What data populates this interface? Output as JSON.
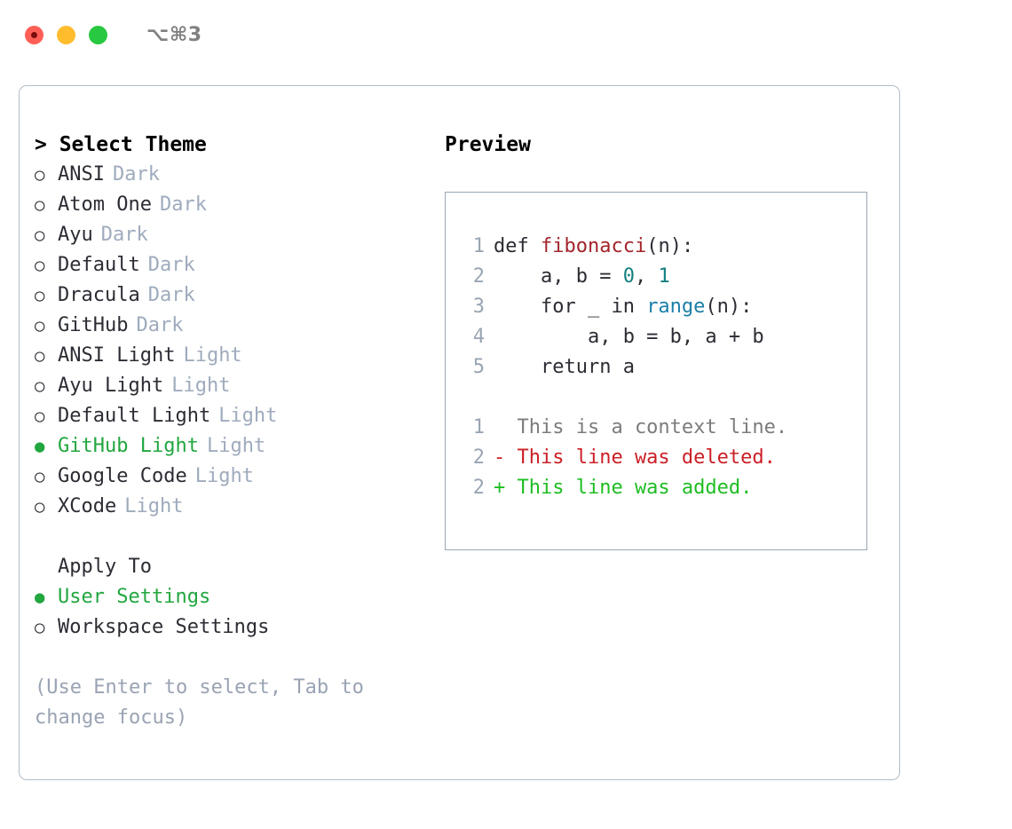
{
  "titlebar": {
    "shortcut": "⌥⌘3",
    "lights": [
      "close",
      "minimize",
      "maximize"
    ]
  },
  "left": {
    "header": "> Select Theme",
    "themes": [
      {
        "bullet": "○",
        "name": "ANSI",
        "badge": "Dark",
        "selected": false
      },
      {
        "bullet": "○",
        "name": "Atom One",
        "badge": "Dark",
        "selected": false
      },
      {
        "bullet": "○",
        "name": "Ayu",
        "badge": "Dark",
        "selected": false
      },
      {
        "bullet": "○",
        "name": "Default",
        "badge": "Dark",
        "selected": false
      },
      {
        "bullet": "○",
        "name": "Dracula",
        "badge": "Dark",
        "selected": false
      },
      {
        "bullet": "○",
        "name": "GitHub",
        "badge": "Dark",
        "selected": false
      },
      {
        "bullet": "○",
        "name": "ANSI Light",
        "badge": "Light",
        "selected": false
      },
      {
        "bullet": "○",
        "name": "Ayu Light",
        "badge": "Light",
        "selected": false
      },
      {
        "bullet": "○",
        "name": "Default Light",
        "badge": "Light",
        "selected": false
      },
      {
        "bullet": "●",
        "name": "GitHub Light",
        "badge": "Light",
        "selected": true
      },
      {
        "bullet": "○",
        "name": "Google Code",
        "badge": "Light",
        "selected": false
      },
      {
        "bullet": "○",
        "name": "XCode",
        "badge": "Light",
        "selected": false
      }
    ],
    "apply_to": {
      "title": "Apply To",
      "options": [
        {
          "bullet": "●",
          "label": "User Settings",
          "selected": true
        },
        {
          "bullet": "○",
          "label": "Workspace Settings",
          "selected": false
        }
      ]
    },
    "hint": "(Use Enter to select, Tab to change focus)"
  },
  "right": {
    "title": "Preview",
    "code_lines": [
      {
        "ln": "1",
        "parts": [
          {
            "t": "def ",
            "c": "plain"
          },
          {
            "t": "fibonacci",
            "c": "fn"
          },
          {
            "t": "(n):",
            "c": "plain"
          }
        ]
      },
      {
        "ln": "2",
        "parts": [
          {
            "t": "    a, b = ",
            "c": "plain"
          },
          {
            "t": "0",
            "c": "num"
          },
          {
            "t": ", ",
            "c": "plain"
          },
          {
            "t": "1",
            "c": "num"
          }
        ]
      },
      {
        "ln": "3",
        "parts": [
          {
            "t": "    for _ in ",
            "c": "plain"
          },
          {
            "t": "range",
            "c": "call"
          },
          {
            "t": "(n):",
            "c": "plain"
          }
        ]
      },
      {
        "ln": "4",
        "parts": [
          {
            "t": "        a, b = b, a + b",
            "c": "plain"
          }
        ]
      },
      {
        "ln": "5",
        "parts": [
          {
            "t": "    return a",
            "c": "plain"
          }
        ]
      }
    ],
    "diff_lines": [
      {
        "ln": "1",
        "text": "  This is a context line.",
        "kind": "ctx"
      },
      {
        "ln": "2",
        "text": "- This line was deleted.",
        "kind": "del"
      },
      {
        "ln": "2",
        "text": "+ This line was added.",
        "kind": "add"
      }
    ]
  },
  "colors": {
    "accent_green": "#22a63f",
    "badge_gray": "#9fabbd",
    "border": "#9aa5b3",
    "window_border": "#b3bcc8",
    "fn_red": "#a3252c",
    "num_teal": "#12807e",
    "call_blue": "#1a7fa8",
    "diff_del": "#cc2027",
    "diff_add": "#1fbd23",
    "diff_ctx": "#7c7c7c",
    "light_red": "#ff5f57",
    "light_yellow": "#ffbd2e",
    "light_green": "#28c840"
  }
}
